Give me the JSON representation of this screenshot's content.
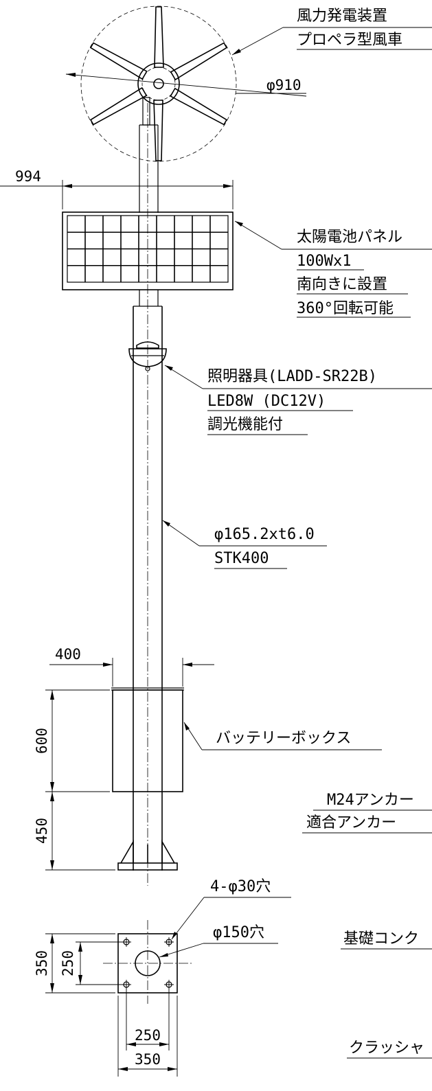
{
  "labels": {
    "wind_turbine": [
      "風力発電装置",
      "プロペラ型風車"
    ],
    "rotor_diameter": "φ910",
    "solar_panel_width": "994",
    "solar_panel": [
      "太陽電池パネル",
      "100Wx1",
      "南向きに設置",
      "360°回転可能"
    ],
    "lighting": [
      "照明器具(LADD-SR22B)",
      "LED8W (DC12V)",
      "調光機能付"
    ],
    "pole": [
      "φ165.2xt6.0",
      "STK400"
    ],
    "box_width": "400",
    "battery_box": "バッテリーボックス",
    "box_height": "600",
    "base_height": "450",
    "anchor": [
      "M24アンカー",
      "適合アンカー"
    ],
    "plate_holes": "4-φ30穴",
    "plate_center_hole": "φ150穴",
    "plate_outer_v": "350",
    "plate_inner_v": "250",
    "plate_inner_h": "250",
    "plate_outer_h": "350",
    "foundation_concrete": "基礎コンク",
    "crusher_run": "クラッシャ"
  }
}
